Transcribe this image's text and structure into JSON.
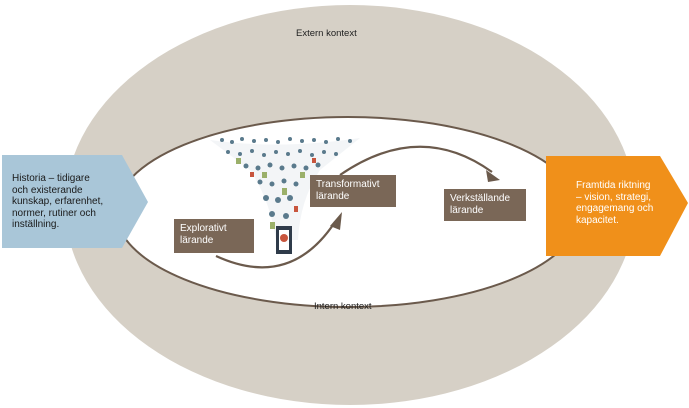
{
  "outer_context": "Extern kontext",
  "inner_context": "Intern kontext",
  "history": {
    "lines": [
      "Historia – tidigare",
      "och existerande",
      "kunskap, erfarenhet,",
      "normer, rutiner och",
      "inställning."
    ],
    "color": "#a9c6d8"
  },
  "future": {
    "lines": [
      "Framtida riktning",
      "– vision, strategi,",
      "engagemang och",
      "kapacitet."
    ],
    "color": "#f0901a"
  },
  "boxes": {
    "explorative": [
      "Explorativt",
      "lärande"
    ],
    "transformative": [
      "Transformativt",
      "lärande"
    ],
    "executive": [
      "Verkställande",
      "lärande"
    ]
  },
  "colors": {
    "outer_ring": "#d6d0c6",
    "box": "#7a6757",
    "arrow": "#6b5a4c"
  }
}
